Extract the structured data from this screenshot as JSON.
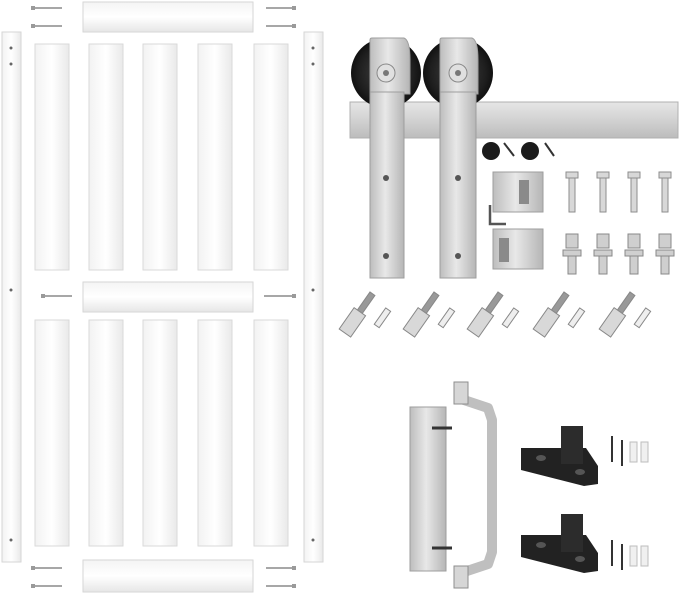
{
  "scene": {
    "kind": "product-photo",
    "background": "#ffffff",
    "groups": [
      {
        "id": "door-frame-stiles",
        "count": 2
      },
      {
        "id": "door-rails",
        "count": 3
      },
      {
        "id": "door-panel-slats",
        "count": 10
      },
      {
        "id": "assembly-screws",
        "count": 12
      },
      {
        "id": "hanger-brackets",
        "count": 2
      },
      {
        "id": "track-rail",
        "count": 1
      },
      {
        "id": "wall-spacer-bolts",
        "count": 5
      },
      {
        "id": "anti-jump-bolts",
        "count": 4
      },
      {
        "id": "bumper-stops",
        "count": 2
      },
      {
        "id": "pull-handle",
        "count": 1
      },
      {
        "id": "floor-guides",
        "count": 2
      }
    ],
    "colors": {
      "white-wood": "#fafafa",
      "wood-shadow": "#dcdcdc",
      "steel": "#cfcfcf",
      "steel-dark": "#9e9e9e",
      "wheel": "#1e1e1e",
      "floor-guide": "#222222"
    }
  }
}
